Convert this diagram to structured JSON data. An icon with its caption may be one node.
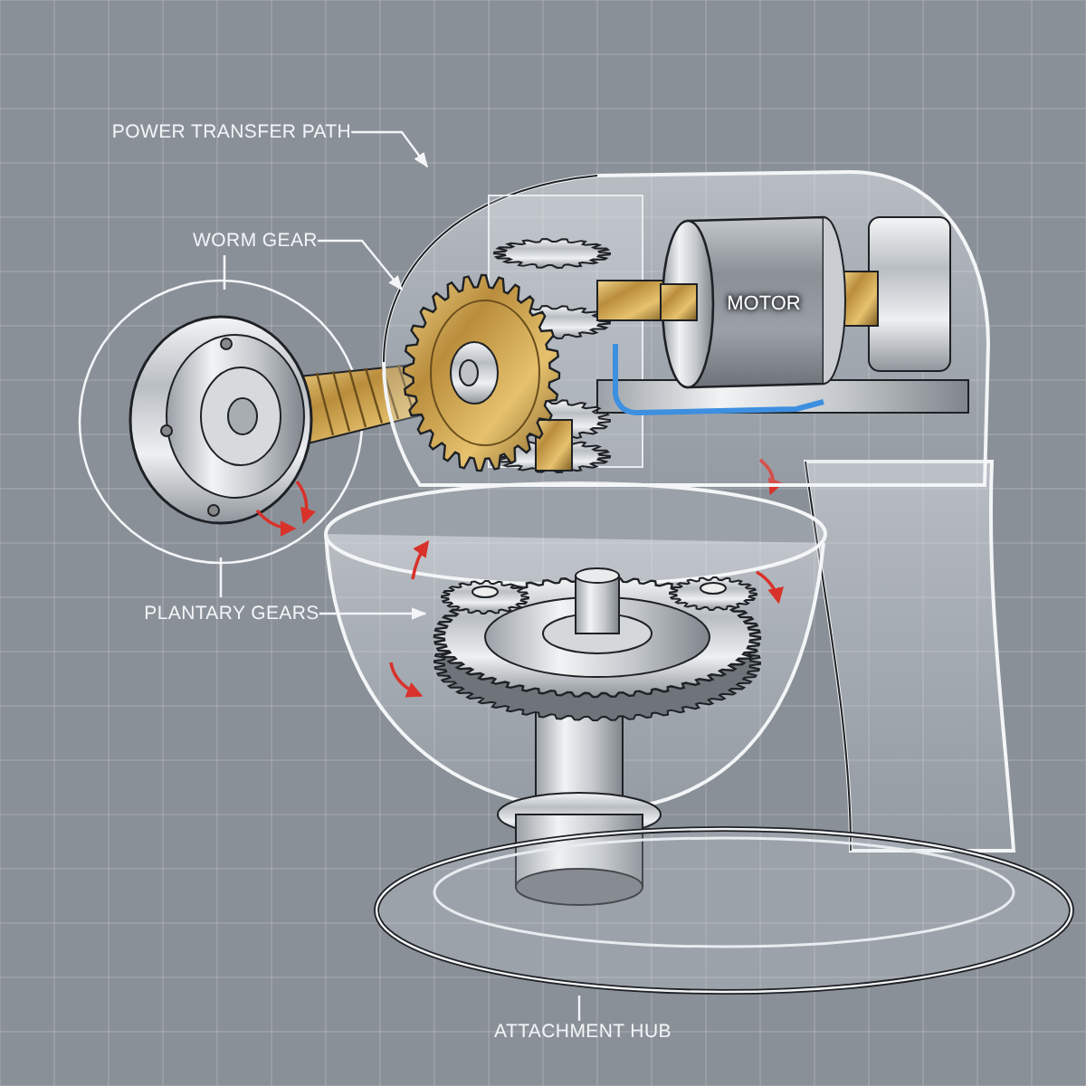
{
  "diagram": {
    "nodes": [
      {
        "text": [
          "POWER TRANSFER PATH"
        ]
      },
      {
        "text": [
          "WORM GEAR"
        ]
      },
      {
        "text": [],
        "shape": "picture"
      },
      {
        "text": [
          "MOTOR"
        ],
        "in": 2
      },
      {
        "text": [],
        "shape": "picture",
        "in": 2
      },
      {
        "text": [
          "PLANTARY GEARS"
        ]
      },
      {
        "text": [],
        "shape": "picture"
      },
      {
        "text": [
          "ATTACHMENT HUB"
        ]
      },
      {
        "text": [],
        "shape": "picture"
      }
    ],
    "edges": [
      {
        "from": 0,
        "to": 2,
        "arrow": "to"
      },
      {
        "from": 1,
        "to": 4,
        "arrow": "to"
      },
      {
        "from": 5,
        "to": 6,
        "arrow": "to"
      },
      {
        "from": 7,
        "to": 8,
        "arrow": "none"
      }
    ]
  }
}
